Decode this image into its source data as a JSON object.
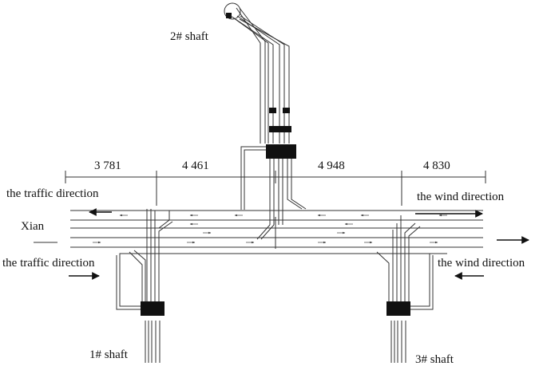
{
  "labels": {
    "shaft_2": "2# shaft",
    "shaft_1": "1# shaft",
    "shaft_3": "3# shaft",
    "place": "Xian",
    "traffic_direction_top": "the traffic direction",
    "traffic_direction_bottom": "the traffic direction",
    "wind_direction_top": "the wind direction",
    "wind_direction_bottom": "the wind direction"
  },
  "dimensions": [
    "3 781",
    "4 461",
    "4 948",
    "4 830"
  ],
  "colors": {
    "line": "#333333",
    "block": "#111111",
    "background": "#ffffff"
  }
}
